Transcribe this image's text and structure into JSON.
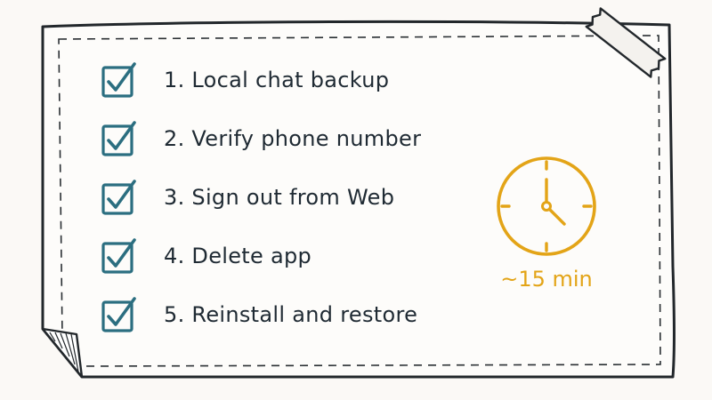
{
  "checklist": {
    "items": [
      {
        "label": "1. Local chat backup",
        "checked": true
      },
      {
        "label": "2. Verify phone number",
        "checked": true
      },
      {
        "label": "3. Sign out from Web",
        "checked": true
      },
      {
        "label": "4. Delete app",
        "checked": true
      },
      {
        "label": "5. Reinstall and restore",
        "checked": true
      }
    ]
  },
  "timer": {
    "label": "~15 min",
    "icon": "clock-icon"
  },
  "colors": {
    "paper": "#fbf9f6",
    "ink": "#1f2a33",
    "checkbox": "#2b6e80",
    "accent": "#e3a417"
  }
}
